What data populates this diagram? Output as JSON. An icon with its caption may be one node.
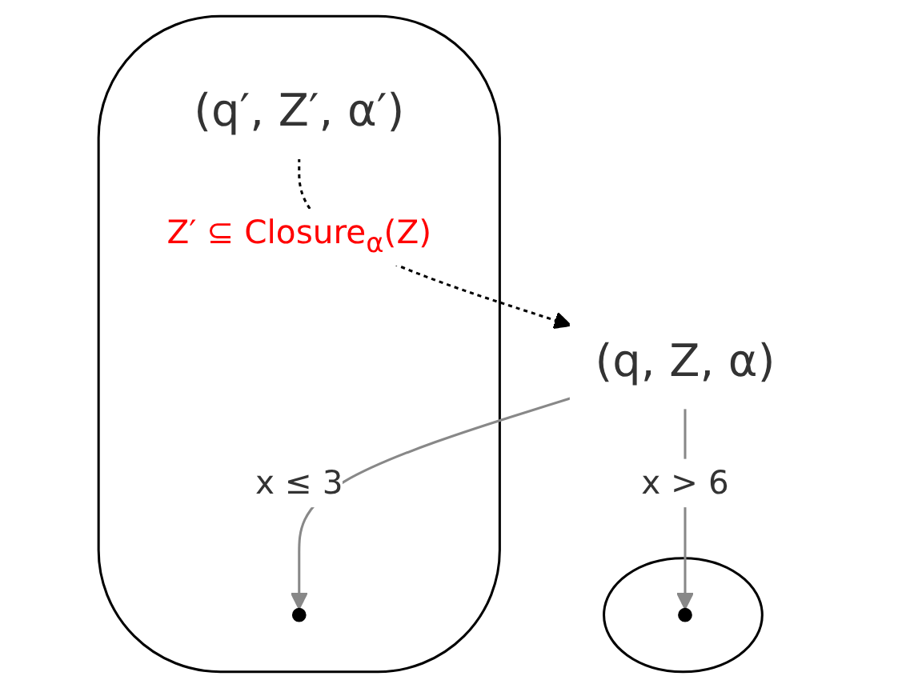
{
  "diagram": {
    "nodes": [
      {
        "text": [
          "(q, Z, α)"
        ]
      },
      {
        "text": [],
        "shape": "teardrop"
      },
      {
        "text": [],
        "shape": "circle",
        "in": 1
      },
      {
        "text": [
          "(q′, Z′, α′)"
        ],
        "in": 1
      },
      {
        "text": [],
        "shape": "teardrop"
      },
      {
        "text": [],
        "shape": "circle",
        "in": 4
      }
    ],
    "edges": [
      {
        "from": 0,
        "to": 2,
        "arrow": "to",
        "label": "x ≤ 3"
      },
      {
        "from": 0,
        "to": 5,
        "arrow": "to",
        "label": "x > 6"
      },
      {
        "from": 3,
        "to": 0,
        "arrow": "to",
        "label": "Z′ ⊆ Closure$_{α}$(Z)",
        "style": "dashed",
        "color": "#000000"
      }
    ]
  }
}
